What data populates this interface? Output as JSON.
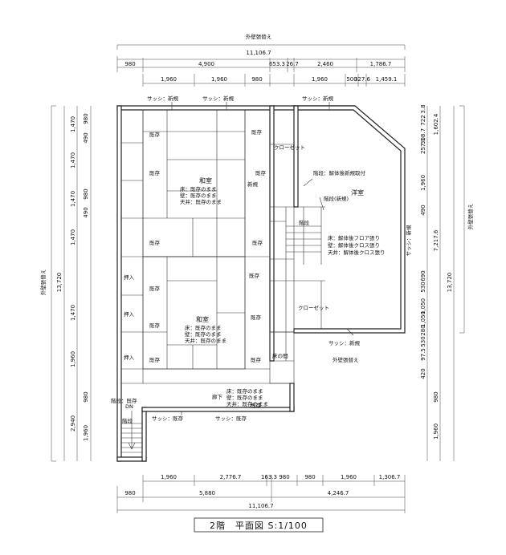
{
  "title": "2階　平面図 S:1/100",
  "outer_wall_renewal": "外壁張替え",
  "dims": {
    "overall_width": "11,106.7",
    "top_row1": [
      "980",
      "4,900",
      "653.3",
      "26.7",
      "2,460",
      "1,786.7"
    ],
    "top_row2": [
      "1,960",
      "1,960",
      "980",
      "1,960",
      "500",
      "327.6",
      "1,459.1"
    ],
    "bottom_row1": [
      "1,960",
      "2,776.7",
      "163.3",
      "980",
      "980",
      "1,960",
      "1,306.7"
    ],
    "bottom_row2": [
      "980",
      "5,880",
      "4,246.7"
    ],
    "left_outer": "13,720",
    "left_inner": [
      "980",
      "490",
      "1,470",
      "1,470",
      "980",
      "490",
      "1,470",
      "1,470",
      "1,470",
      "1,960",
      "980",
      "2,940",
      "1,960"
    ],
    "right_outer": "13,720",
    "right_inner": [
      "3.8",
      "722",
      "1,602.4",
      "257.1",
      "308.7",
      "1,960",
      "490",
      "7,217.6",
      "1,050",
      "530",
      "690",
      "1,050",
      "280",
      "530",
      "97.5",
      "420",
      "980",
      "1,960"
    ]
  },
  "labels": {
    "sash_new": "サッシ：新規",
    "sash_existing": "サッシ：既存",
    "existing": "既存",
    "new": "新規",
    "closet": "押入",
    "closet_label": "クローゼット",
    "stairs": "階段",
    "stairs_existing": "階段：既存",
    "dn": "DN",
    "corridor": "廊下",
    "toko": "床の間",
    "demolish_new": "階段：解体後新規取付",
    "stairs_new": "階段(新規)"
  },
  "rooms": {
    "washitsu1": {
      "name": "和室",
      "floor": "床：既存のまま",
      "wall": "壁：既存のまま",
      "ceiling": "天井：既存のまま"
    },
    "washitsu2": {
      "name": "和室",
      "floor": "床：既存のまま",
      "wall": "壁：既存のまま",
      "ceiling": "天井：既存のまま"
    },
    "youshitsu": {
      "name": "洋室",
      "floor": "床：解体後フロア張り",
      "wall": "壁：解体後クロス張り",
      "ceiling": "天井：解体後クロス張り"
    },
    "corridor": {
      "floor": "床：既存のまま",
      "wall": "壁：既存のまま",
      "ceiling": "天井：既存のまま"
    }
  }
}
